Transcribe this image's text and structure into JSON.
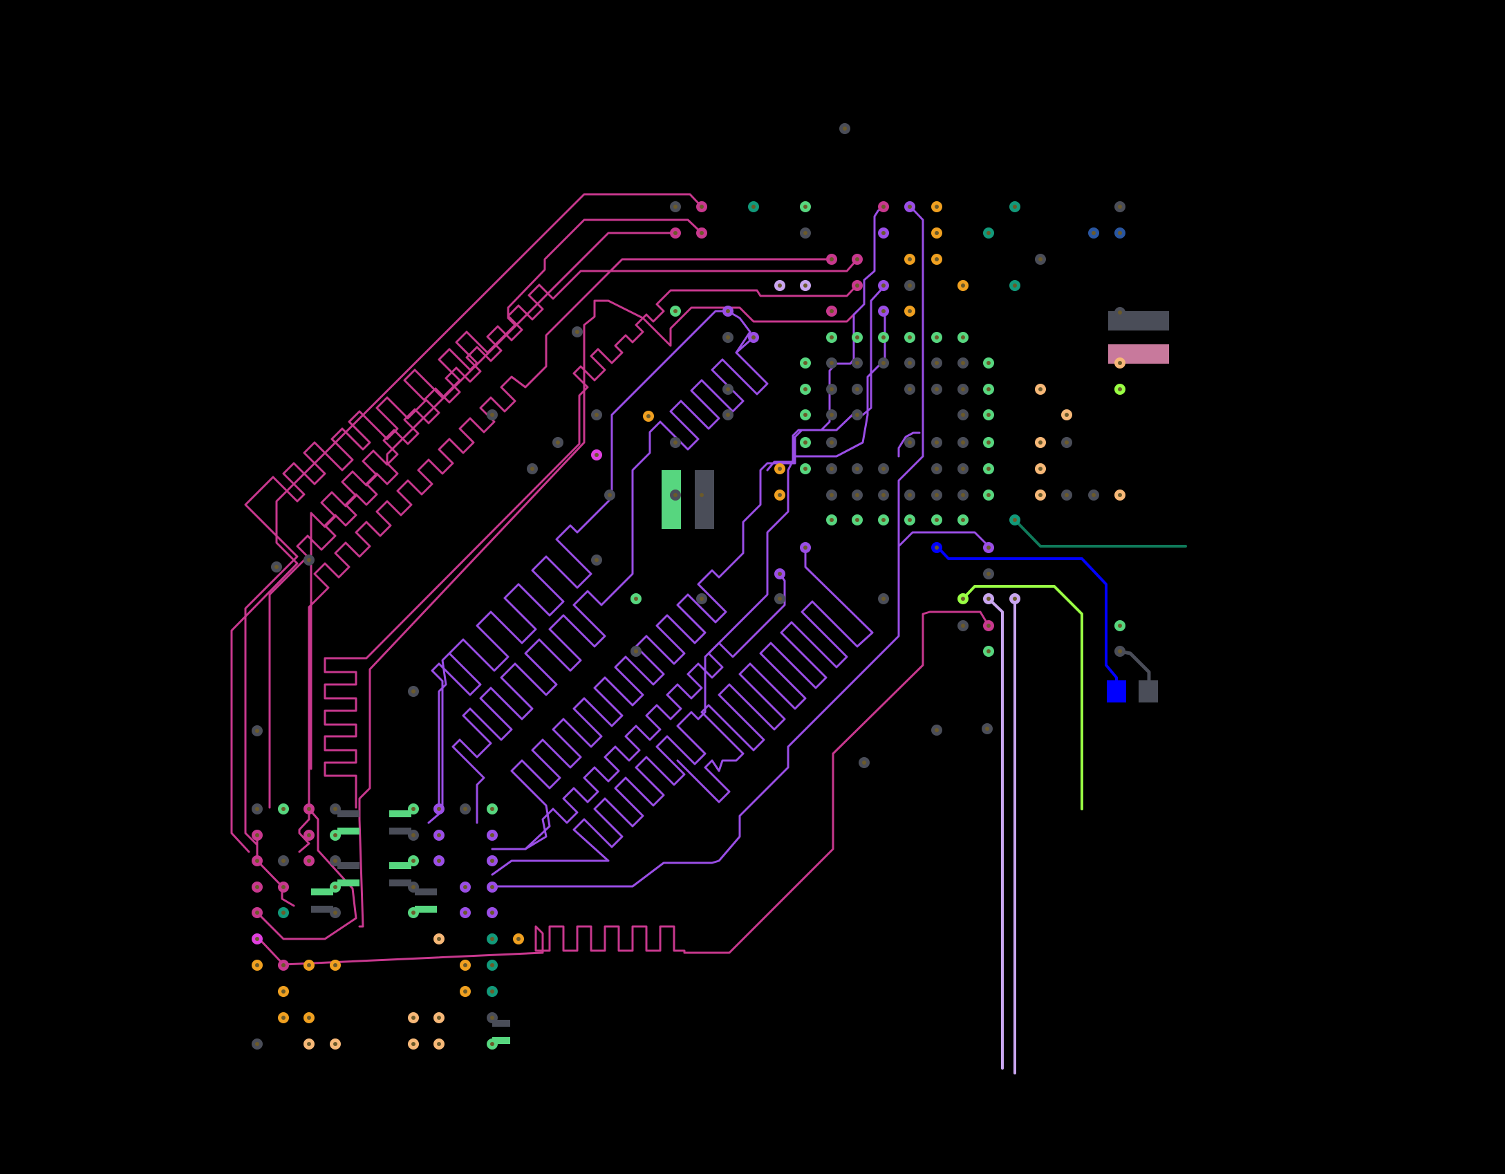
{
  "board": {
    "background": "#000000",
    "nets": [
      {
        "id": "magenta-outer",
        "color": "#c8388e"
      },
      {
        "id": "violet-inner",
        "color": "#9a4ee6"
      },
      {
        "id": "blue",
        "color": "#0000ff"
      },
      {
        "id": "lime",
        "color": "#99ff44"
      },
      {
        "id": "teal",
        "color": "#0f7a5a"
      },
      {
        "id": "lavender",
        "color": "#c9a6f0"
      },
      {
        "id": "rose",
        "color": "#c8388e"
      }
    ],
    "pad_colors": {
      "gray": "#4a4d58",
      "green": "#57d67f",
      "teal": "#12997a",
      "orange": "#f0a020",
      "peach": "#f7b878",
      "magenta": "#c8388e",
      "violet": "#9a4ee6",
      "pink": "#e040e0",
      "lavender": "#c9a6f0",
      "lime": "#99ff44",
      "navy": "#2a56a0",
      "blue": "#0000ff",
      "dusty-pink": "#c8799c"
    }
  }
}
